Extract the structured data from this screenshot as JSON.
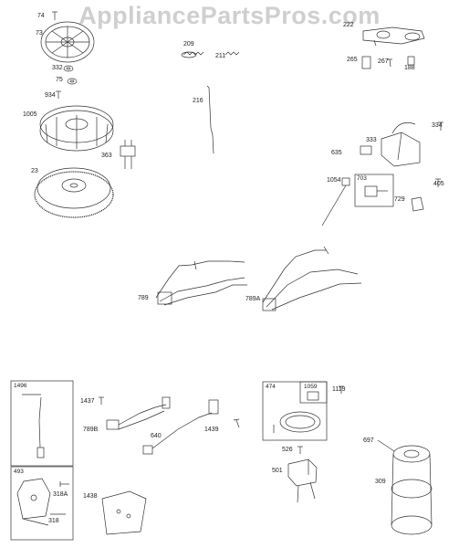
{
  "watermark": "AppliancePartsPros.com",
  "parts": [
    {
      "id": "p74",
      "label": "74"
    },
    {
      "id": "p73",
      "label": "73"
    },
    {
      "id": "p332",
      "label": "332"
    },
    {
      "id": "p75",
      "label": "75"
    },
    {
      "id": "p934",
      "label": "934"
    },
    {
      "id": "p1005",
      "label": "1005"
    },
    {
      "id": "p363",
      "label": "363"
    },
    {
      "id": "p23",
      "label": "23"
    },
    {
      "id": "p209",
      "label": "209"
    },
    {
      "id": "p211",
      "label": "211"
    },
    {
      "id": "p216",
      "label": "216"
    },
    {
      "id": "p222",
      "label": "222"
    },
    {
      "id": "p265",
      "label": "265"
    },
    {
      "id": "p267",
      "label": "267"
    },
    {
      "id": "p188",
      "label": "188"
    },
    {
      "id": "p334",
      "label": "334"
    },
    {
      "id": "p333",
      "label": "333"
    },
    {
      "id": "p635",
      "label": "635"
    },
    {
      "id": "p1054",
      "label": "1054"
    },
    {
      "id": "p703",
      "label": "703"
    },
    {
      "id": "p405",
      "label": "405"
    },
    {
      "id": "p729",
      "label": "729"
    },
    {
      "id": "p789",
      "label": "789"
    },
    {
      "id": "p789A",
      "label": "789A"
    },
    {
      "id": "p1496",
      "label": "1496"
    },
    {
      "id": "p1437",
      "label": "1437"
    },
    {
      "id": "p789B",
      "label": "789B"
    },
    {
      "id": "p640",
      "label": "640"
    },
    {
      "id": "p1439",
      "label": "1439"
    },
    {
      "id": "p493",
      "label": "493"
    },
    {
      "id": "p318A",
      "label": "318A"
    },
    {
      "id": "p318",
      "label": "318"
    },
    {
      "id": "p1438",
      "label": "1438"
    },
    {
      "id": "p474",
      "label": "474"
    },
    {
      "id": "p1059",
      "label": "1059"
    },
    {
      "id": "p1119",
      "label": "1119"
    },
    {
      "id": "p526",
      "label": "526"
    },
    {
      "id": "p501",
      "label": "501"
    },
    {
      "id": "p697",
      "label": "697"
    },
    {
      "id": "p309",
      "label": "309"
    }
  ]
}
